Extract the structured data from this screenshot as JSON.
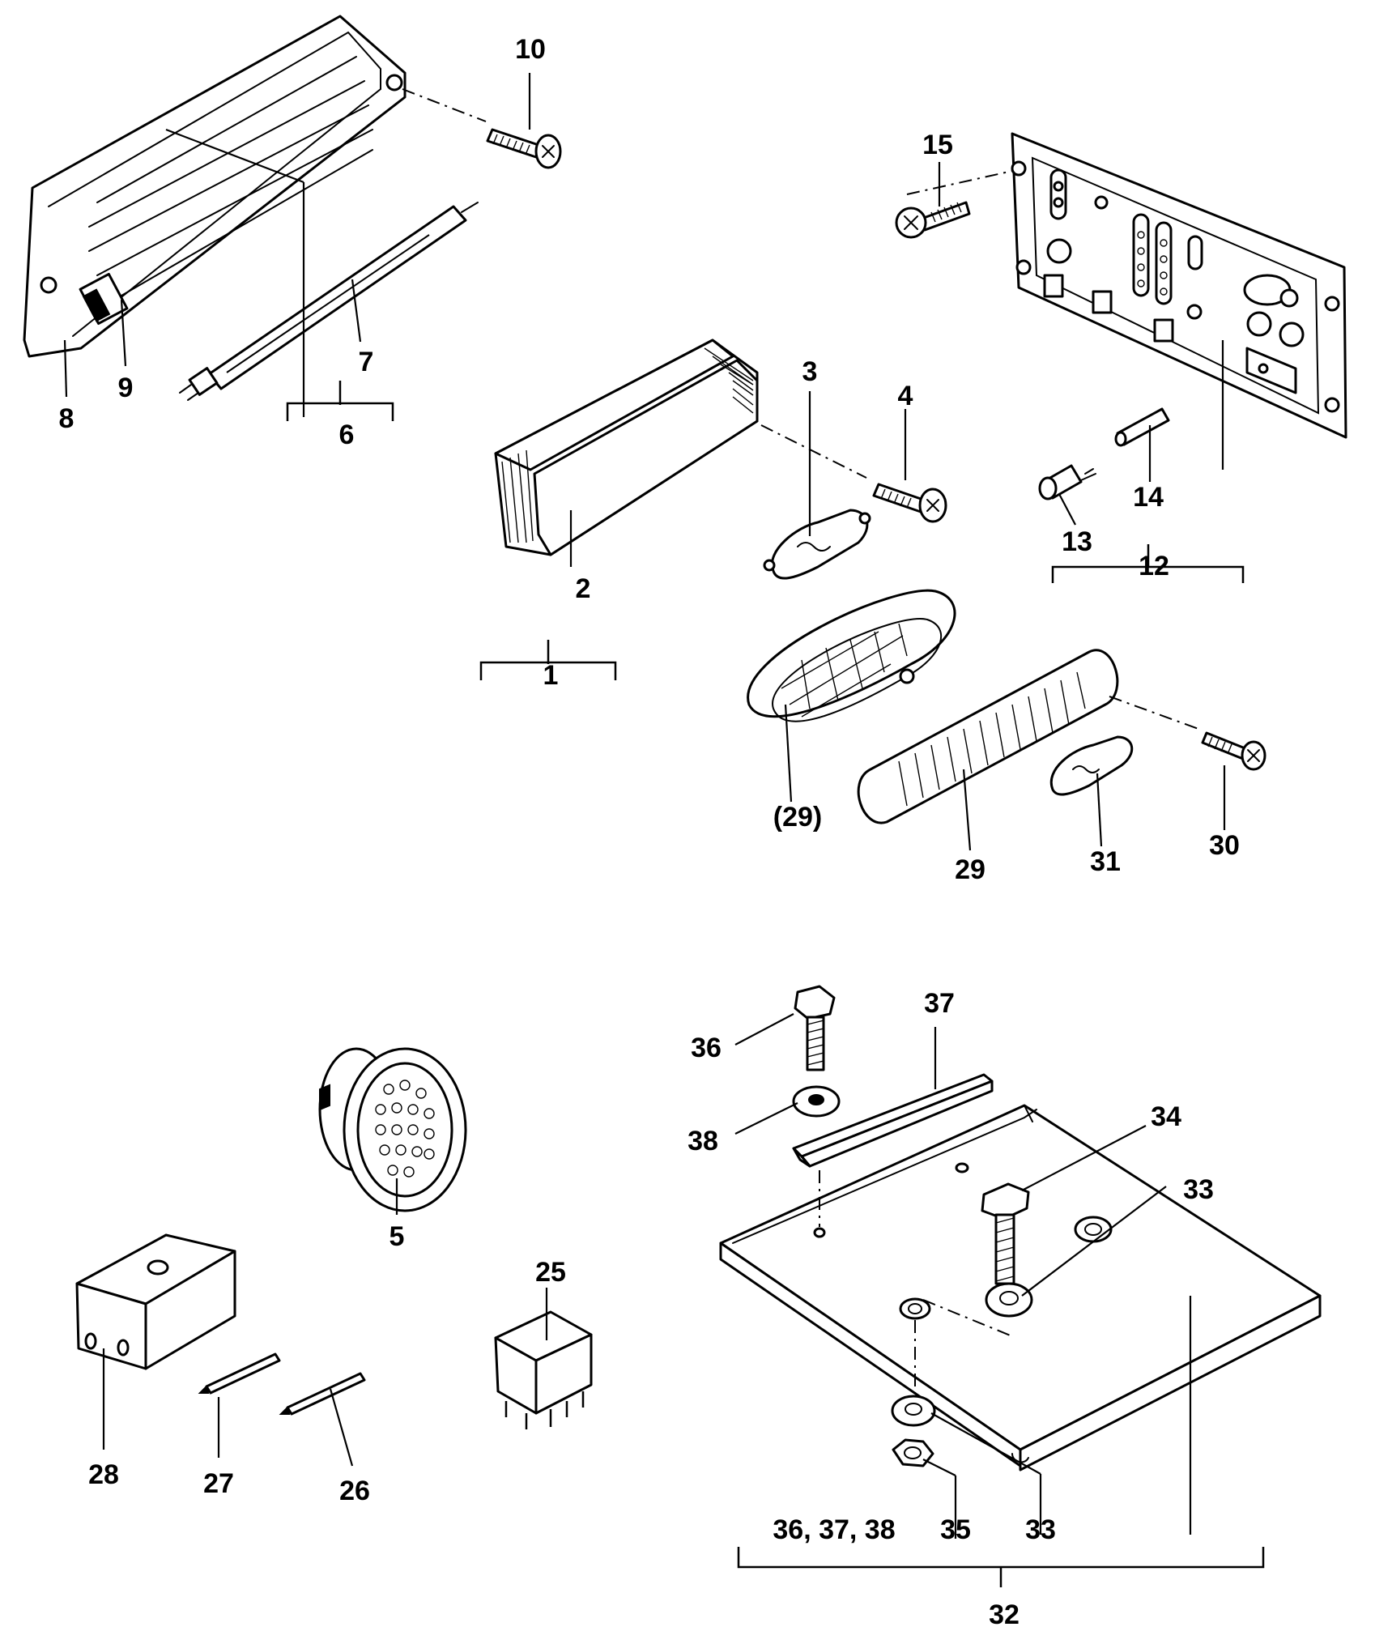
{
  "diagram": {
    "type": "exploded parts diagram",
    "callouts": [
      {
        "id": "c10",
        "text": "10"
      },
      {
        "id": "c15",
        "text": "15"
      },
      {
        "id": "c7",
        "text": "7"
      },
      {
        "id": "c9",
        "text": "9"
      },
      {
        "id": "c8",
        "text": "8"
      },
      {
        "id": "c6",
        "text": "6"
      },
      {
        "id": "c3",
        "text": "3"
      },
      {
        "id": "c4",
        "text": "4"
      },
      {
        "id": "c14",
        "text": "14"
      },
      {
        "id": "c13",
        "text": "13"
      },
      {
        "id": "c12",
        "text": "12"
      },
      {
        "id": "c2",
        "text": "2"
      },
      {
        "id": "c1",
        "text": "1"
      },
      {
        "id": "c29a",
        "text": "(29)"
      },
      {
        "id": "c29",
        "text": "29"
      },
      {
        "id": "c31",
        "text": "31"
      },
      {
        "id": "c30",
        "text": "30"
      },
      {
        "id": "c37",
        "text": "37"
      },
      {
        "id": "c36",
        "text": "36"
      },
      {
        "id": "c34",
        "text": "34"
      },
      {
        "id": "c38",
        "text": "38"
      },
      {
        "id": "c33a",
        "text": "33"
      },
      {
        "id": "c5",
        "text": "5"
      },
      {
        "id": "c25",
        "text": "25"
      },
      {
        "id": "c28",
        "text": "28"
      },
      {
        "id": "c27",
        "text": "27"
      },
      {
        "id": "c26",
        "text": "26"
      },
      {
        "id": "c3638",
        "text": "36, 37, 38"
      },
      {
        "id": "c35",
        "text": "35"
      },
      {
        "id": "c33b",
        "text": "33"
      },
      {
        "id": "c32",
        "text": "32"
      }
    ]
  }
}
